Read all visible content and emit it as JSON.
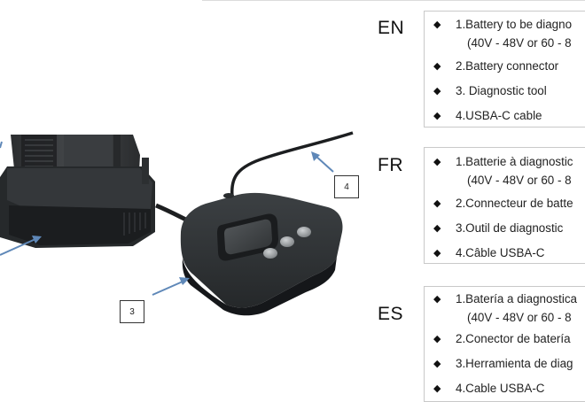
{
  "sections": [
    {
      "lang": "EN",
      "items": [
        {
          "label": "1.Battery to be diagno",
          "cont": "(40V - 48V or 60 - 8"
        },
        {
          "label": "2.Battery connector"
        },
        {
          "label": "3. Diagnostic tool"
        },
        {
          "label": "4.USBA-C cable"
        }
      ]
    },
    {
      "lang": "FR",
      "items": [
        {
          "label": "1.Batterie à diagnostic",
          "cont": "(40V - 48V or 60 - 8"
        },
        {
          "label": "2.Connecteur de batte"
        },
        {
          "label": "3.Outil de diagnostic"
        },
        {
          "label": "4.Câble USBA-C"
        }
      ]
    },
    {
      "lang": "ES",
      "items": [
        {
          "label": "1.Batería a diagnostica",
          "cont": "(40V - 48V or 60 - 8"
        },
        {
          "label": "2.Conector de batería"
        },
        {
          "label": "3.Herramienta de diag"
        },
        {
          "label": "4.Cable USBA-C"
        }
      ]
    }
  ],
  "callouts": {
    "diagnostic_tool": "3",
    "usb_cable": "4"
  },
  "icons": {
    "bullet": "diamond-bullet-icon"
  }
}
